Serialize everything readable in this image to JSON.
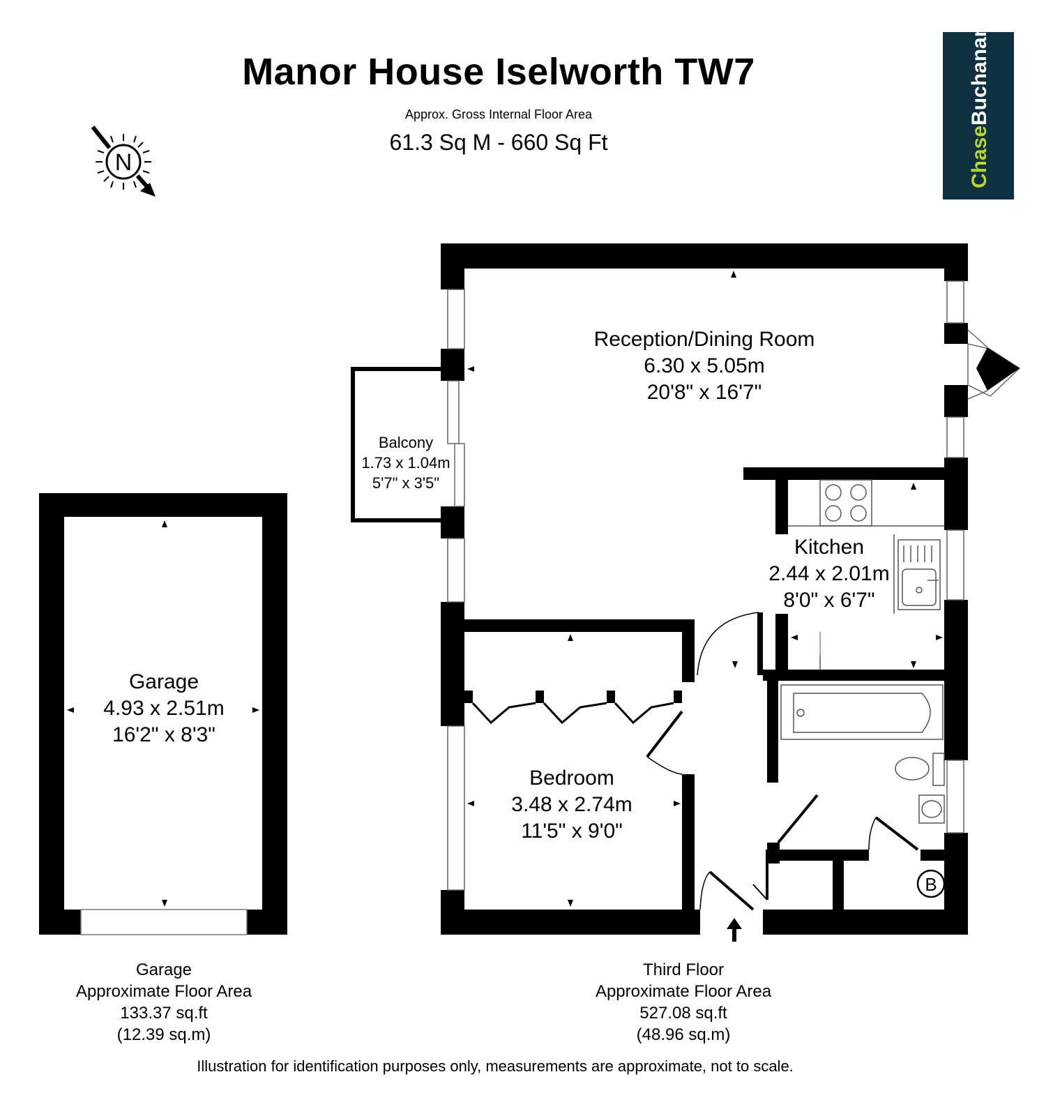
{
  "header": {
    "title": "Manor House Iselworth TW7",
    "subtitle": "Approx. Gross Internal Floor Area",
    "total_area": "61.3 Sq M - 660 Sq Ft"
  },
  "compass": {
    "letter": "N"
  },
  "logo": {
    "part1": "Chase",
    "part2": "Buchanan",
    "bg": "#0d3140",
    "accent": "#b8d432"
  },
  "rooms": {
    "reception": {
      "name": "Reception/Dining Room",
      "metric": "6.30 x 5.05m",
      "imperial": "20'8\" x 16'7\""
    },
    "balcony": {
      "name": "Balcony",
      "metric": "1.73 x 1.04m",
      "imperial": "5'7\" x 3'5\""
    },
    "kitchen": {
      "name": "Kitchen",
      "metric": "2.44 x 2.01m",
      "imperial": "8'0\" x 6'7\""
    },
    "bedroom": {
      "name": "Bedroom",
      "metric": "3.48 x 2.74m",
      "imperial": "11'5\" x 9'0\""
    },
    "garage": {
      "name": "Garage",
      "metric": "4.93 x 2.51m",
      "imperial": "16'2\" x 8'3\""
    }
  },
  "boiler": {
    "letter": "B"
  },
  "garage_summary": {
    "line1": "Garage",
    "line2": "Approximate Floor Area",
    "line3": "133.37 sq.ft",
    "line4": "(12.39 sq.m)"
  },
  "floor_summary": {
    "line1": "Third Floor",
    "line2": "Approximate Floor Area",
    "line3": "527.08 sq.ft",
    "line4": "(48.96 sq.m)"
  },
  "disclaimer": "Illustration for identification purposes only, measurements are approximate, not to scale."
}
